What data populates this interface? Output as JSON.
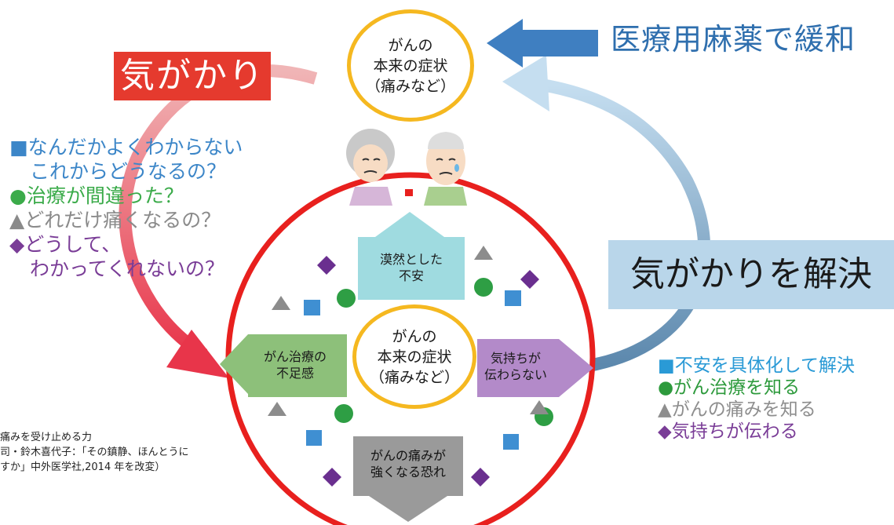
{
  "title_badge": "気がかり",
  "relief_label": "医療用麻薬で緩和",
  "top_circle": {
    "line1": "がんの",
    "line2": "本来の症状",
    "line3": "（痛みなど）"
  },
  "center_circle": {
    "line1": "がんの",
    "line2": "本来の症状",
    "line3": "（痛みなど）"
  },
  "resolve_banner": "気がかりを解決",
  "worry_list": [
    "■なんだかよくわからない",
    "これからどうなるの？",
    "●治療が間違った？",
    "▲どれだけ痛くなるの？",
    "◆どうして、",
    "わかってくれないの？"
  ],
  "resolve_list": [
    "■不安を具体化して解決",
    "●がん治療を知る",
    "▲がんの痛みを知る",
    "◆気持ちが伝わる"
  ],
  "inner_blocks": {
    "anxiety": {
      "line1": "漠然とした",
      "line2": "不安"
    },
    "insufficient": {
      "line1": "がん治療の",
      "line2": "不足感"
    },
    "not_conveyed": {
      "line1": "気持ちが",
      "line2": "伝わらない"
    },
    "fear": {
      "line1": "がんの痛みが",
      "line2": "強くなる恐れ"
    }
  },
  "caption": [
    "痛みを受け止める力",
    "司・鈴木喜代子：「その鎮静、ほんとうに",
    "すか」中外医学社,2014 年を改変）"
  ],
  "colors": {
    "red": "#e53a2e",
    "ring": "#e8201e",
    "amber": "#f5b820",
    "blue_arrow": "#3f7fc1",
    "light_blue": "#b9d6ea",
    "teal": "#9fdbe0",
    "green": "#8dc07a",
    "violet": "#b38ac9",
    "gray": "#9a9a9a",
    "square": "#3f8fd2",
    "circle": "#2e9e44",
    "triangle": "#8c8c8c",
    "diamond": "#6a2f8f"
  }
}
